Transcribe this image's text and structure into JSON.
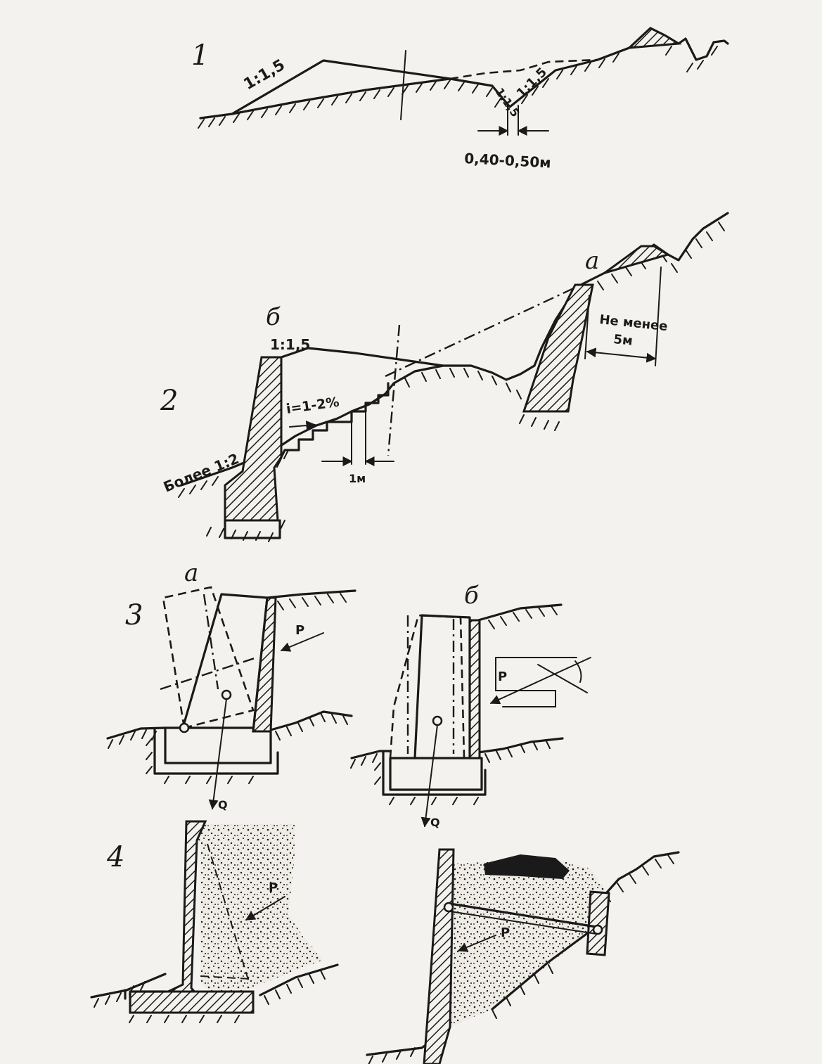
{
  "figures": {
    "fig1": {
      "number": "1",
      "slope_left": "1:1,5",
      "slope_ditch_left": "1:1,5",
      "slope_ditch_right": "1:1,5",
      "ditch_width": "0,40-0,50м"
    },
    "fig2": {
      "number": "2",
      "variant_a": "а",
      "variant_b": "б",
      "slope_top": "1:1,5",
      "gradient": "i=1-2%",
      "step_width": "1м",
      "steep_slope": "Более 1:2",
      "distance_label_1": "Не менее",
      "distance_label_2": "5м"
    },
    "fig3": {
      "number": "3",
      "variant_a": "а",
      "variant_b": "б",
      "force_p": "P",
      "force_q": "Q"
    },
    "fig4": {
      "number": "4",
      "force_p": "P"
    }
  }
}
